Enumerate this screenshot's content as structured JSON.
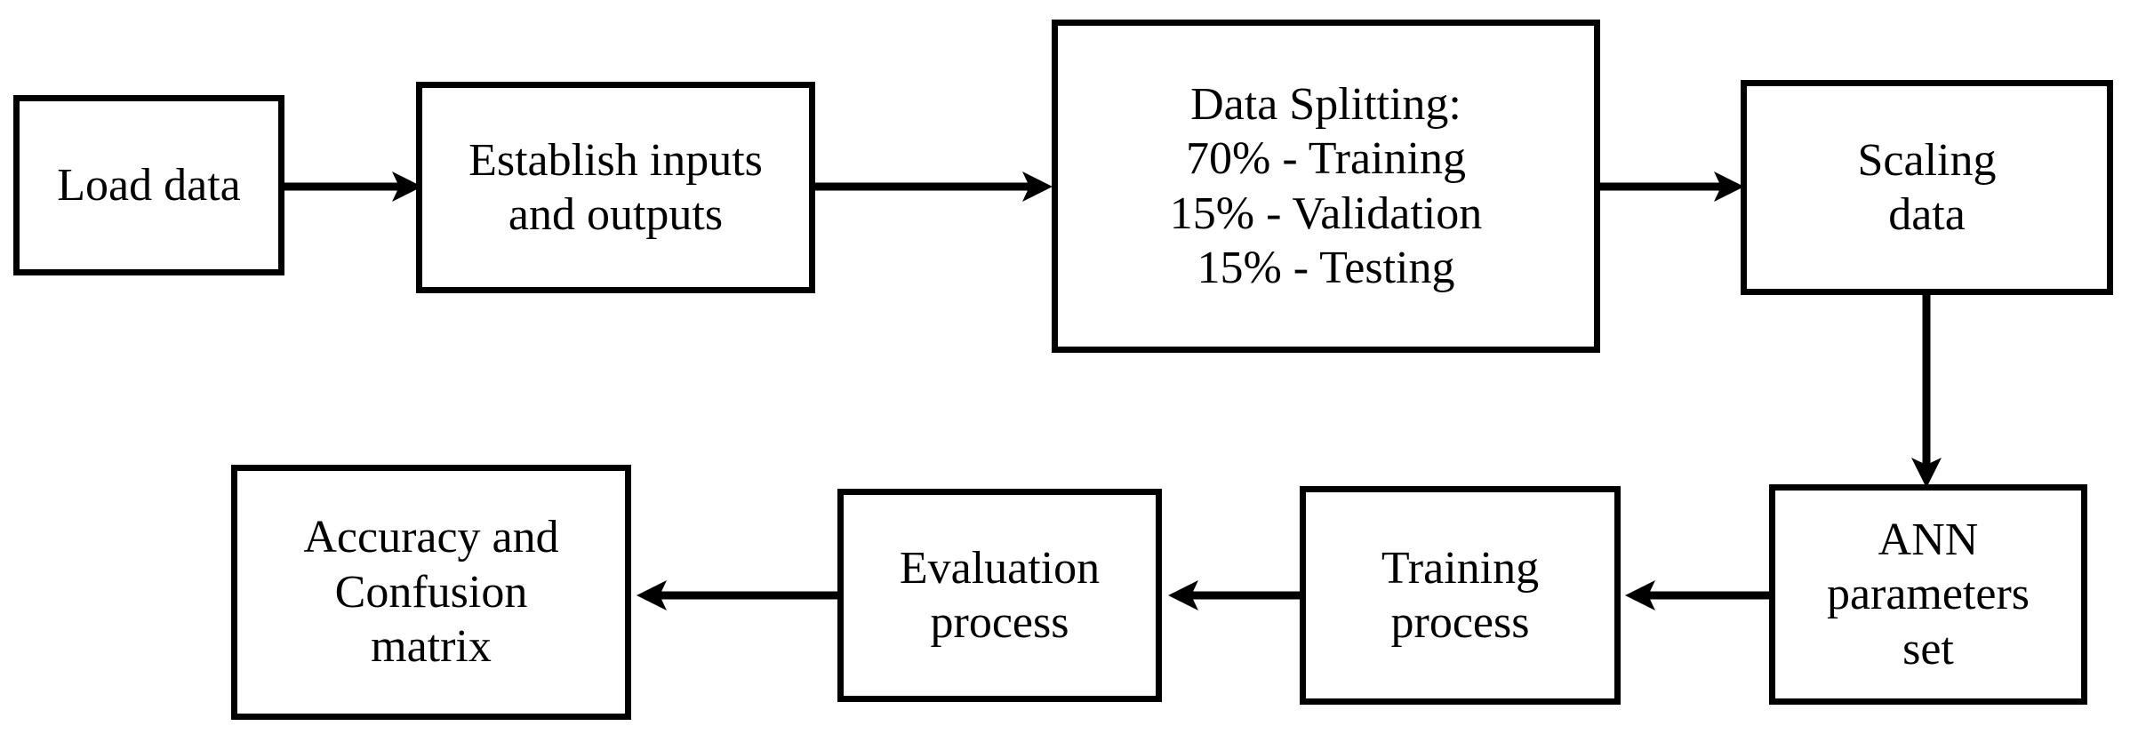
{
  "diagram": {
    "title": "ANN modelling workflow flowchart",
    "background_color": "#ffffff",
    "stroke_color": "#000000",
    "nodes": [
      {
        "id": "load-data",
        "label": "Load data"
      },
      {
        "id": "establish-io",
        "label": "Establish inputs\nand outputs"
      },
      {
        "id": "data-splitting",
        "label": "Data Splitting:\n70% - Training\n15% - Validation\n15% - Testing"
      },
      {
        "id": "scaling-data",
        "label": "Scaling\ndata"
      },
      {
        "id": "ann-parameters",
        "label": "ANN\nparameters\nset"
      },
      {
        "id": "training-process",
        "label": "Training\nprocess"
      },
      {
        "id": "evaluation",
        "label": "Evaluation\nprocess"
      },
      {
        "id": "accuracy-matrix",
        "label": "Accuracy and\nConfusion\nmatrix"
      }
    ],
    "edges": [
      {
        "from": "load-data",
        "to": "establish-io",
        "direction": "right"
      },
      {
        "from": "establish-io",
        "to": "data-splitting",
        "direction": "right"
      },
      {
        "from": "data-splitting",
        "to": "scaling-data",
        "direction": "right"
      },
      {
        "from": "scaling-data",
        "to": "ann-parameters",
        "direction": "down"
      },
      {
        "from": "ann-parameters",
        "to": "training-process",
        "direction": "left"
      },
      {
        "from": "training-process",
        "to": "evaluation",
        "direction": "left"
      },
      {
        "from": "evaluation",
        "to": "accuracy-matrix",
        "direction": "left"
      }
    ]
  }
}
